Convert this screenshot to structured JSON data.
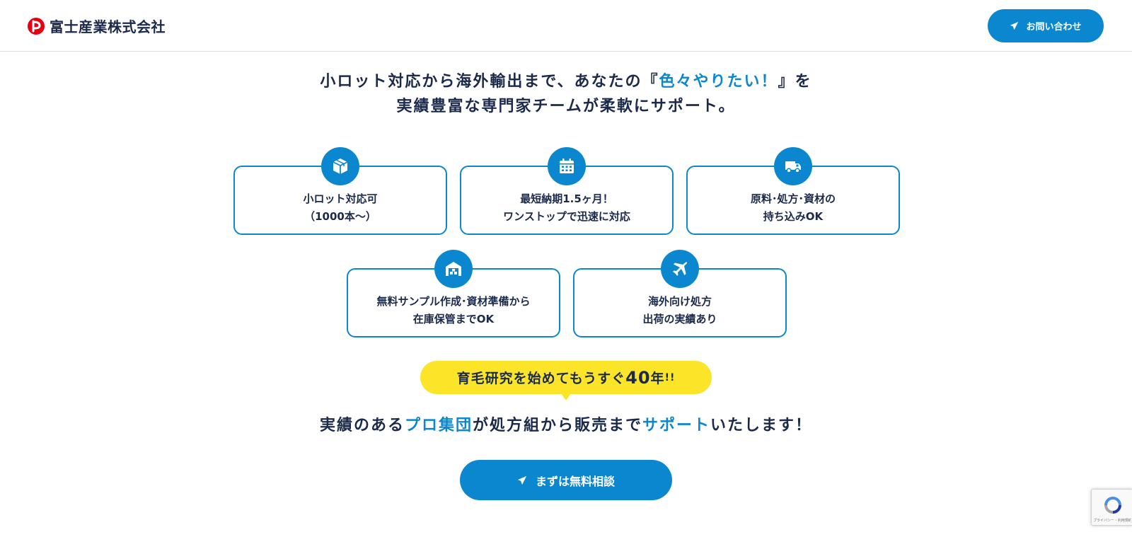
{
  "header": {
    "company_name": "富士産業株式会社",
    "contact_label": "お問い合わせ"
  },
  "headline": {
    "line1_pre": "小ロット対応から海外輸出まで、あなたの『",
    "line1_accent": "色々やりたい！",
    "line1_post": "』を",
    "line2": "実績豊富な専門家チームが柔軟にサポート。"
  },
  "features": [
    {
      "icon": "box-icon",
      "line1": "小ロット対応可",
      "line2": "（1000本〜）"
    },
    {
      "icon": "calendar-icon",
      "line1": "最短納期1.5ヶ月！",
      "line2": "ワンストップで迅速に対応"
    },
    {
      "icon": "truck-icon",
      "line1": "原料･処方･資材の",
      "line2": "持ち込みOK"
    },
    {
      "icon": "warehouse-icon",
      "line1": "無料サンプル作成･資材準備から",
      "line2": "在庫保管までOK"
    },
    {
      "icon": "airplane-icon",
      "line1": "海外向け処方",
      "line2": "出荷の実績あり"
    }
  ],
  "bubble": {
    "pre": "育毛研究を始めてもうすぐ",
    "number": "40",
    "suffix": "年",
    "exclaim": "!!"
  },
  "subline": {
    "part1": "実績のある",
    "accent1": "プロ集団",
    "part2": "が処方組から販売まで",
    "accent2": "サポート",
    "part3": "いたします！"
  },
  "cta": {
    "label": "まずは無料相談"
  },
  "recaptcha": {
    "text": "プライバシー・利用規約"
  },
  "colors": {
    "primary": "#0b87cf",
    "navy": "#1b2a4a",
    "yellow": "#fce428",
    "logo_red": "#e60012"
  }
}
